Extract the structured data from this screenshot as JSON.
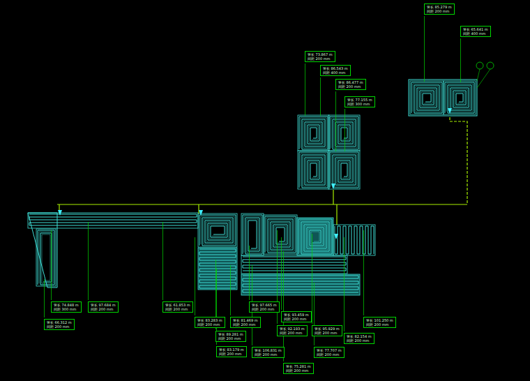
{
  "diagram": {
    "labels": [
      "管长 85.279 m",
      "间距 200 mm",
      "管长 65.641 m",
      "间距 400 mm",
      "管长 73.867 m",
      "间距 200 mm",
      "管长 86.543 m",
      "间距 400 mm",
      "管长 86.477 m",
      "间距 200 mm",
      "管长 77.155 m",
      "间距 300 mm",
      "管长 74.848 m",
      "间距 300 mm",
      "管长 97.684 m",
      "间距 200 mm",
      "管长 61.853 m",
      "间距 200 mm",
      "管长 66.312 m",
      "间距 200 mm",
      "管长 83.283 m",
      "间距 200 mm",
      "管长 81.469 m",
      "间距 200 mm",
      "管长 89.281 m",
      "间距 200 mm",
      "管长 97.665 m",
      "间距 200 mm",
      "管长 93.459 m",
      "间距 200 mm",
      "管长 92.193 m",
      "间距 200 mm",
      "管长 95.929 m",
      "间距 200 mm",
      "管长 83.179 m",
      "间距 200 mm",
      "管长 106.831 m",
      "间距 200 mm",
      "管长 77.707 m",
      "间距 200 mm",
      "管长 82.154 m",
      "间距 200 mm",
      "管长 101.250 m",
      "间距 200 mm",
      "管长 75.281 m",
      "间距 200 mm"
    ]
  }
}
